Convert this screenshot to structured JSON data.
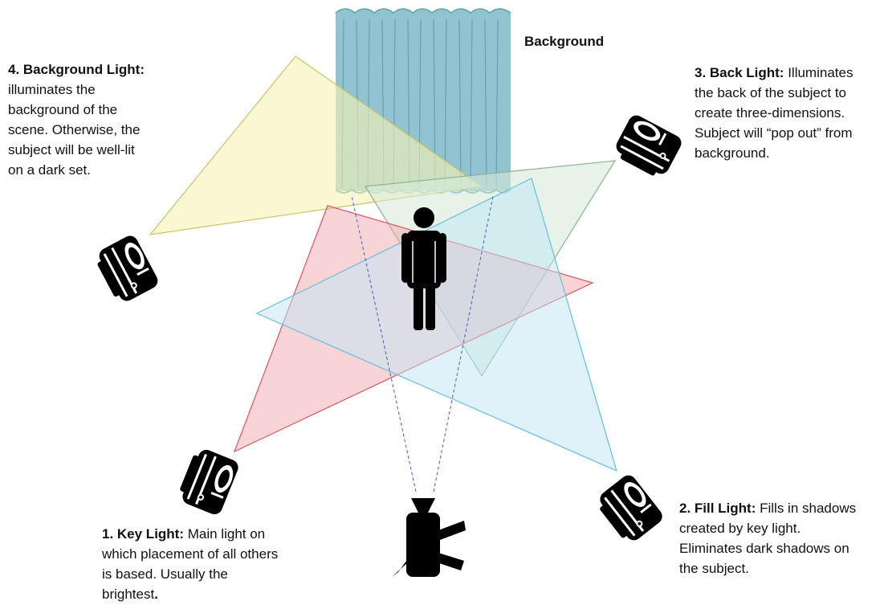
{
  "diagram": {
    "background_label": "Background",
    "labels": {
      "background_light": {
        "title": "4. Background Light:",
        "text": " illuminates the background of the scene. Otherwise, the subject will be well-lit on a dark set."
      },
      "back_light": {
        "title": "3. Back Light:",
        "text": " Illuminates the back of the subject to create three-dimensions. Subject will “pop out” from background."
      },
      "fill_light": {
        "title": "2. Fill Light:",
        "text": " Fills in shadows created by key light. Eliminates dark shadows on the subject."
      },
      "key_light": {
        "title": "1. Key Light:",
        "text": " Main light on which placement of all others is based. Usually the brightest",
        "end": "."
      }
    },
    "colors": {
      "curtain": "#7fb8c9",
      "key_beam": "#f2a0a6",
      "fill_beam": "#bfe6f5",
      "back_beam": "#d7ead9",
      "background_beam": "#f6f3b4",
      "camera_lines": "#3a64c8",
      "icons": "#000000"
    }
  }
}
